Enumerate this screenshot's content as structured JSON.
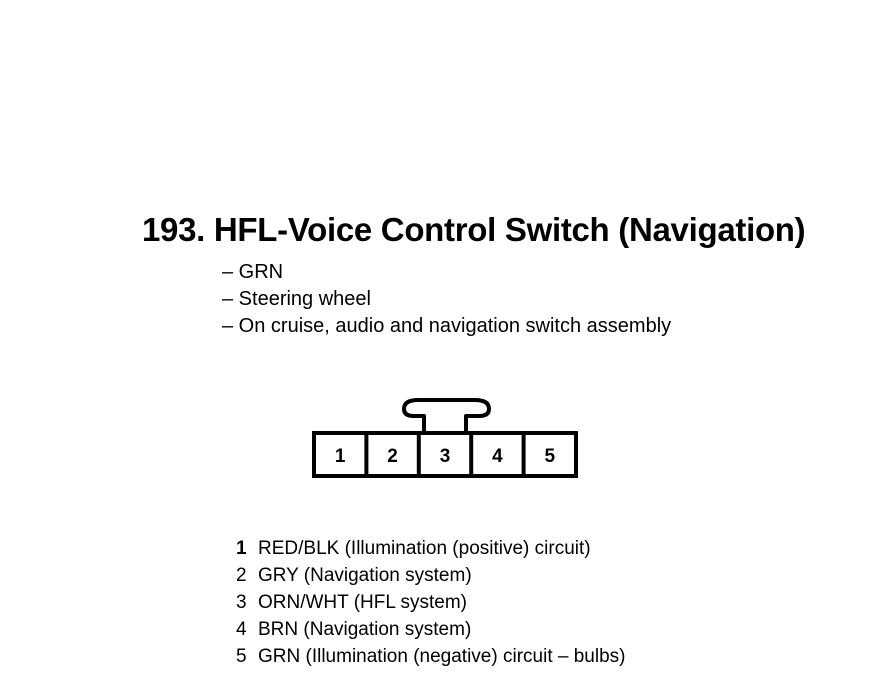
{
  "title": "193. HFL-Voice Control Switch (Navigation)",
  "notes": [
    "– GRN",
    "– Steering wheel",
    "– On cruise, audio and navigation switch assembly"
  ],
  "connector": {
    "cavities": [
      "1",
      "2",
      "3",
      "4",
      "5"
    ]
  },
  "pins": [
    {
      "number": "1",
      "description": "RED/BLK (Illumination (positive) circuit)"
    },
    {
      "number": "2",
      "description": "GRY (Navigation system)"
    },
    {
      "number": "3",
      "description": "ORN/WHT (HFL system)"
    },
    {
      "number": "4",
      "description": "BRN (Navigation system)"
    },
    {
      "number": "5",
      "description": "GRN (Illumination (negative) circuit – bulbs)"
    }
  ]
}
